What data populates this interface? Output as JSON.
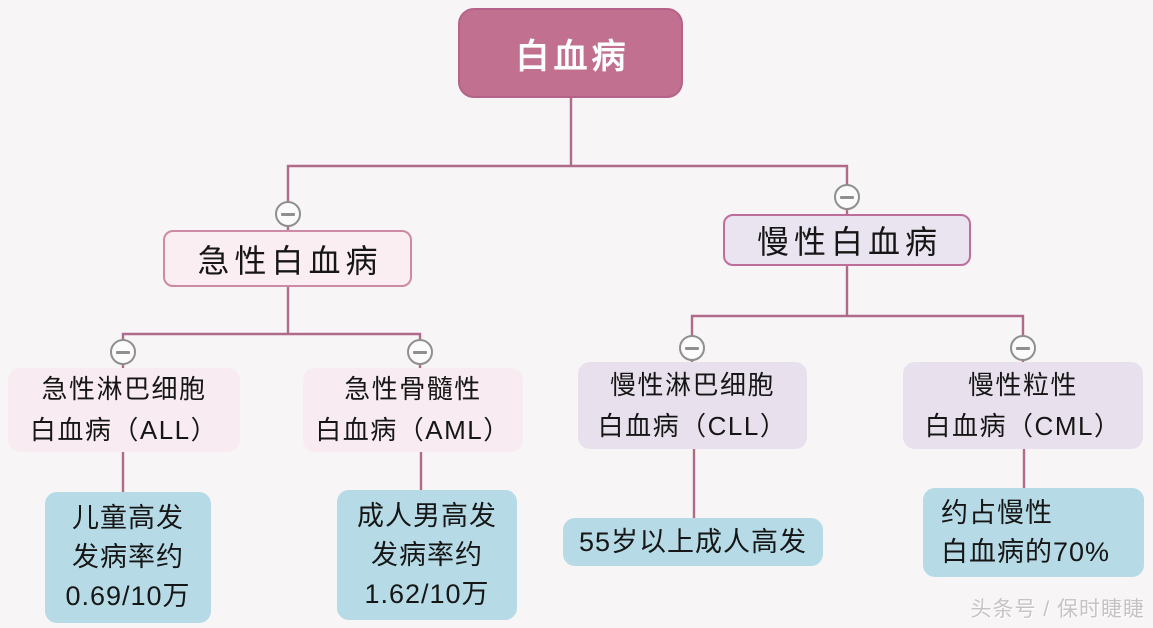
{
  "diagram": {
    "type": "mind-map / classification tree",
    "topic": "白血病分类（leukemia classification）"
  },
  "nodes": {
    "root": {
      "label": "白血病"
    },
    "acute": {
      "label": "急性白血病"
    },
    "chronic": {
      "label": "慢性白血病"
    },
    "all": {
      "line1": "急性淋巴细胞",
      "line2": "白血病（ALL）"
    },
    "aml": {
      "line1": "急性骨髓性",
      "line2": "白血病（AML）"
    },
    "cll": {
      "line1": "慢性淋巴细胞",
      "line2": "白血病（CLL）"
    },
    "cml": {
      "line1": "慢性粒性",
      "line2": "白血病（CML）"
    },
    "note_all": {
      "line1": "儿童高发",
      "line2": "发病率约",
      "line3": "0.69/10万"
    },
    "note_aml": {
      "line1": "成人男高发",
      "line2": "发病率约",
      "line3": "1.62/10万"
    },
    "note_cll": {
      "line1": "55岁以上成人高发"
    },
    "note_cml": {
      "line1": "约占慢性",
      "line2": "白血病的70%"
    }
  },
  "watermark": "头条号 / 保时睫睫",
  "icons": {
    "collapse": "minus-circle"
  },
  "colors": {
    "background": "#f7f5f6",
    "connector_line": "#b06b8b",
    "root_fill": "#c1718f",
    "root_text": "#ffffff",
    "acute_fill": "#faeef3",
    "acute_border": "#cd8aa5",
    "chronic_fill": "#eae4f0",
    "chronic_border": "#bd6f9a",
    "acute_child_fill": "#f8ecf2",
    "chronic_child_fill": "#e8e1ed",
    "note_fill": "#b6dbe6",
    "collapse_icon": "#8f8f8f",
    "text": "#161616"
  }
}
